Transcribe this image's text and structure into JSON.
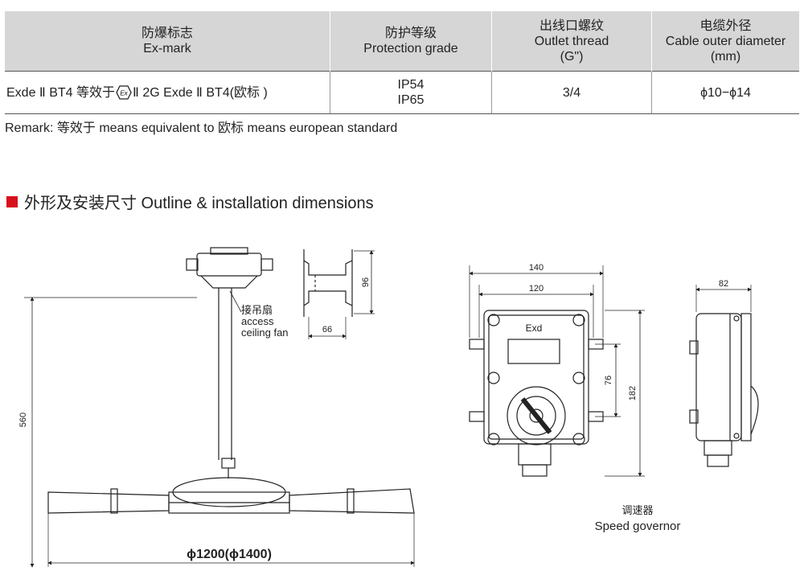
{
  "spec_table": {
    "headers": [
      {
        "cn": "防爆标志",
        "en": "Ex-mark",
        "unit": ""
      },
      {
        "cn": "防护等级",
        "en": "Protection grade",
        "unit": ""
      },
      {
        "cn": "出线口螺纹",
        "en": "Outlet thread",
        "unit": "(G\")"
      },
      {
        "cn": "电缆外径",
        "en": "Cable outer diameter",
        "unit": "(mm)"
      }
    ],
    "row": {
      "ex_mark_part1": "Exde Ⅱ BT4 等效于",
      "ex_mark_part2": "Ⅱ 2G Exde Ⅱ BT4(欧标 )",
      "protection_line1": "IP54",
      "protection_line2": "IP65",
      "outlet_thread": "3/4",
      "cable_diameter": "ϕ10−ϕ14"
    }
  },
  "remark": "Remark: 等效于 means equivalent to   欧标 means european standard",
  "section": {
    "title": "外形及安装尺寸 Outline & installation dimensions",
    "marker_color": "#d7111b"
  },
  "drawing": {
    "fan": {
      "label_cn": "接吊扇",
      "label_en_1": "access",
      "label_en_2": "ceiling fan",
      "height_dim": "560",
      "diameter_dim": "ϕ1200(ϕ1400)"
    },
    "bracket": {
      "height_dim": "96",
      "width_dim": "66"
    },
    "governor": {
      "label_cn": "调速器",
      "label_en": "Speed governor",
      "panel_text": "Exd",
      "width_outer": "140",
      "width_inner": "120",
      "height_total": "182",
      "height_mid": "76",
      "side_width": "82"
    }
  }
}
